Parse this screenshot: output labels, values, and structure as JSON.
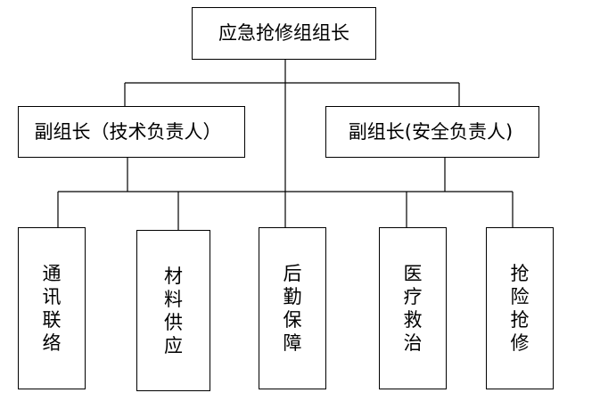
{
  "chart": {
    "root": "应急抢修组组长",
    "deputies": [
      "副组长（技术负责人）",
      "副组长(安全负责人)"
    ],
    "teams": [
      "通讯联络",
      "材料供应",
      "后勤保障",
      "医疗救治",
      "抢险抢修"
    ]
  }
}
